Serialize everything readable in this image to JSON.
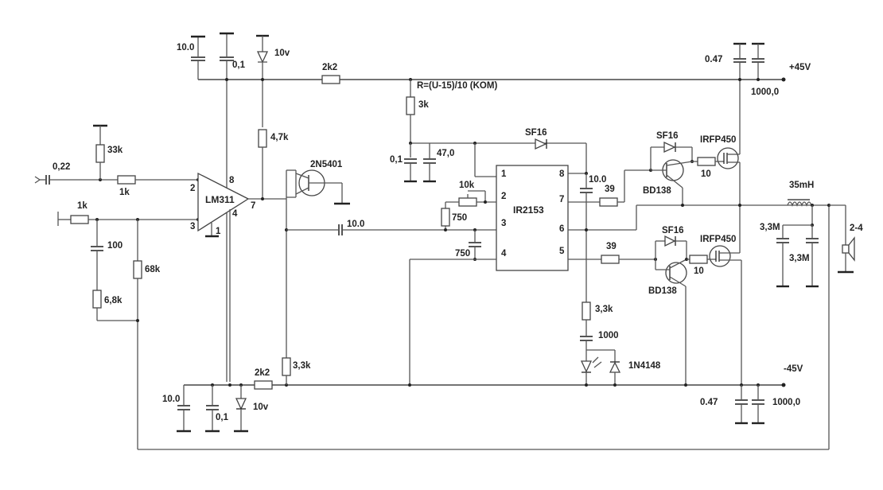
{
  "title": "Class-D amplifier schematic (LM311 / IR2153 / IRFP450)",
  "labels": {
    "c_top_10": "10.0",
    "c_top_01": "0,1",
    "z_top": "10v",
    "r_top_2k2": "2k2",
    "r_47k": "4,7k",
    "formula": "R=(U-15)/10   (KOM)",
    "r_3k": "3k",
    "c_01_b": "0,1",
    "c_47": "47,0",
    "d_sf16_boot": "SF16",
    "c_boot": "10.0",
    "c_in": "0,22",
    "r_33k": "33k",
    "r_in_1k": "1k",
    "r_ref_1k": "1k",
    "c_100": "100",
    "r_68k": "68k",
    "r_68": "6,8k",
    "opamp": "LM311",
    "pin2": "2",
    "pin3": "3",
    "pin8": "8",
    "pin7": "7",
    "pin4": "4",
    "pin1": "1",
    "q_2n5401": "2N5401",
    "c_couple": "10.0",
    "pot_10k": "10k",
    "r_750": "750",
    "c_750": "750",
    "ic": "IR2153",
    "ic_pin1": "1",
    "ic_pin2": "2",
    "ic_pin3": "3",
    "ic_pin4": "4",
    "ic_pin8": "8",
    "ic_pin7": "7",
    "ic_pin6": "6",
    "ic_pin5": "5",
    "r_39_hi": "39",
    "r_39_lo": "39",
    "d_sf16_hi": "SF16",
    "d_sf16_lo": "SF16",
    "q_bd138_hi": "BD138",
    "q_bd138_lo": "BD138",
    "r_10_hi": "10",
    "r_10_lo": "10",
    "m_hi": "IRFP450",
    "m_lo": "IRFP450",
    "c_047_top": "0.47",
    "c_1000_top": "1000,0",
    "v_pos": "+45V",
    "l_out": "35mH",
    "c_33m_a": "3,3M",
    "c_33m_b": "3,3M",
    "speaker": "2-4",
    "r_33k_led": "3,3k",
    "c_1000_led": "1000",
    "d_1n4148": "1N4148",
    "v_neg": "-45V",
    "c_047_bot": "0.47",
    "c_1000_bot": "1000,0",
    "c_bot_10": "10.0",
    "c_bot_01": "0,1",
    "z_bot": "10v",
    "r_bot_2k2": "2k2",
    "r_33k_bot": "3,3k"
  }
}
